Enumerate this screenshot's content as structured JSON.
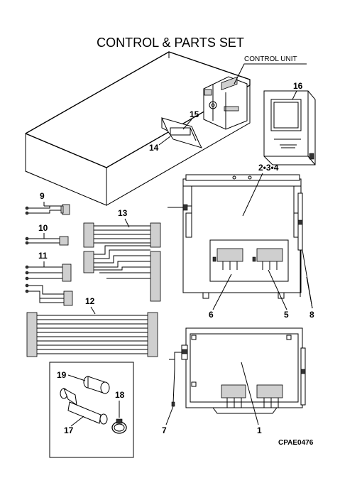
{
  "title": "CONTROL & PARTS SET",
  "control_unit_label": "CONTROL UNIT",
  "drawing_code": "CPAE0476",
  "part_numbers": {
    "p1": "1",
    "p234": "2•3•4",
    "p5": "5",
    "p6": "6",
    "p7": "7",
    "p8": "8",
    "p9": "9",
    "p10": "10",
    "p11": "11",
    "p12": "12",
    "p13": "13",
    "p14": "14",
    "p15": "15",
    "p16": "16",
    "p17": "17",
    "p18": "18",
    "p19": "19"
  }
}
